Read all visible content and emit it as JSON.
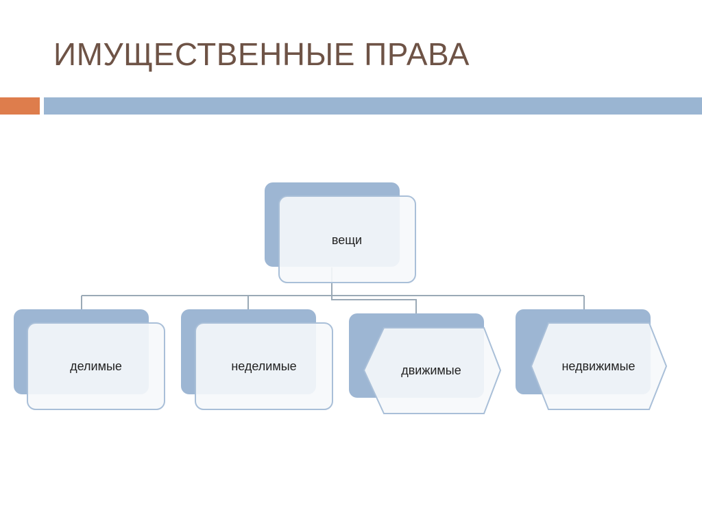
{
  "slide": {
    "title": "ИМУЩЕСТВЕННЫЕ ПРАВА"
  },
  "colors": {
    "title_text": "#6e5346",
    "accent_orange": "#de7d4c",
    "rule_blue": "#9ab5d2",
    "shadow_blue": "#9db6d3",
    "box_fill": "#f6f8fb",
    "box_stroke": "#a9bfd8",
    "connector": "#9aa9b6"
  },
  "diagram": {
    "root": {
      "label": "вещи",
      "icon": "rounded-rectangle"
    },
    "children": [
      {
        "label": "делимые",
        "icon": "rounded-rectangle"
      },
      {
        "label": "неделимые",
        "icon": "rounded-rectangle"
      },
      {
        "label": "движимые",
        "icon": "hexagon"
      },
      {
        "label": "недвижимые",
        "icon": "hexagon"
      }
    ]
  }
}
